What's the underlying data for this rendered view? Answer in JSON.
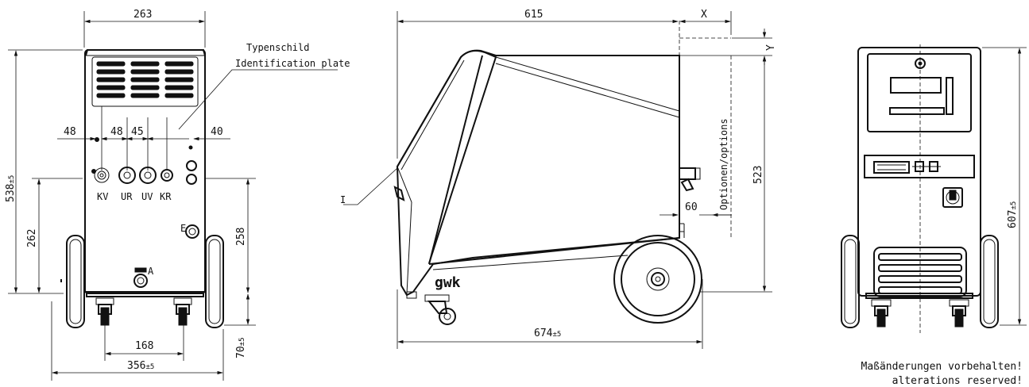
{
  "front_view": {
    "dimensions": {
      "width_top": "263",
      "height_total": "538",
      "height_total_tol": "±5",
      "height_couplings": "262",
      "height_e": "258",
      "spacing_outer_left": "48",
      "spacing_inner_1": "48",
      "spacing_inner_2": "45",
      "spacing_outer_right": "40",
      "wheel_spacing_inner": "168",
      "wheel_spacing_outer": "356",
      "wheel_spacing_outer_tol": "±5",
      "ground_height": "70",
      "ground_height_tol": "±5"
    },
    "labels": {
      "kv": "KV",
      "ur": "UR",
      "uv": "UV",
      "kr": "KR",
      "e": "E",
      "a": "A"
    },
    "plate_label_de": "Typenschild",
    "plate_label_en": "Identification plate"
  },
  "side_view": {
    "dimensions": {
      "length_top": "615",
      "offset_x": "X",
      "offset_y": "Y",
      "height": "523",
      "options_offset": "60",
      "length_total": "674",
      "length_total_tol": "±5"
    },
    "label_options": "Optionen/options",
    "label_item": "I",
    "brand": "gwk"
  },
  "rear_view": {
    "dimensions": {
      "height": "607",
      "height_tol": "±5"
    }
  },
  "note": {
    "line_de": "Maßänderungen vorbehalten!",
    "line_en": "alterations reserved!"
  }
}
